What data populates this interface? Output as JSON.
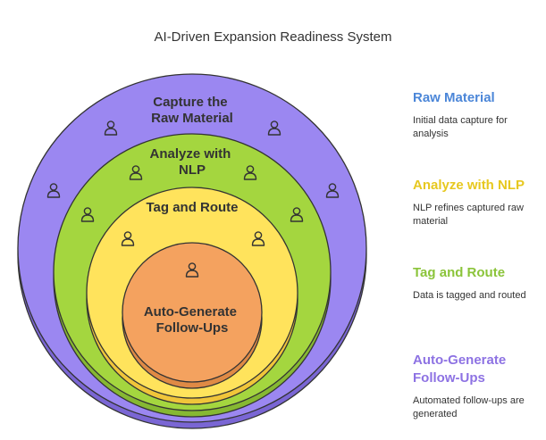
{
  "title": "AI-Driven Expansion Readiness System",
  "colors": {
    "purple": "#9b87f1",
    "green": "#a4d63f",
    "yellow": "#ffe35c",
    "orange": "#f4a25f",
    "raw_material_heading": "#4b86d8",
    "analyze_heading": "#e7c81f",
    "tag_route_heading": "#8bc43a",
    "followups_heading": "#8d72e3"
  },
  "diagram": {
    "capture_label": [
      "Capture the",
      "Raw Material"
    ],
    "analyze_label": [
      "Analyze with",
      "NLP"
    ],
    "tag_label": [
      "Tag and Route"
    ],
    "followup_label": [
      "Auto-Generate",
      "Follow-Ups"
    ],
    "icon": "person-icon"
  },
  "legend": [
    {
      "heading": "Raw Material",
      "desc": "Initial data capture for analysis"
    },
    {
      "heading": "Analyze with NLP",
      "desc": "NLP refines captured raw material"
    },
    {
      "heading": "Tag and Route",
      "desc": "Data is tagged and routed"
    },
    {
      "heading": "Auto-Generate Follow-Ups",
      "desc": "Automated follow-ups are generated"
    }
  ]
}
